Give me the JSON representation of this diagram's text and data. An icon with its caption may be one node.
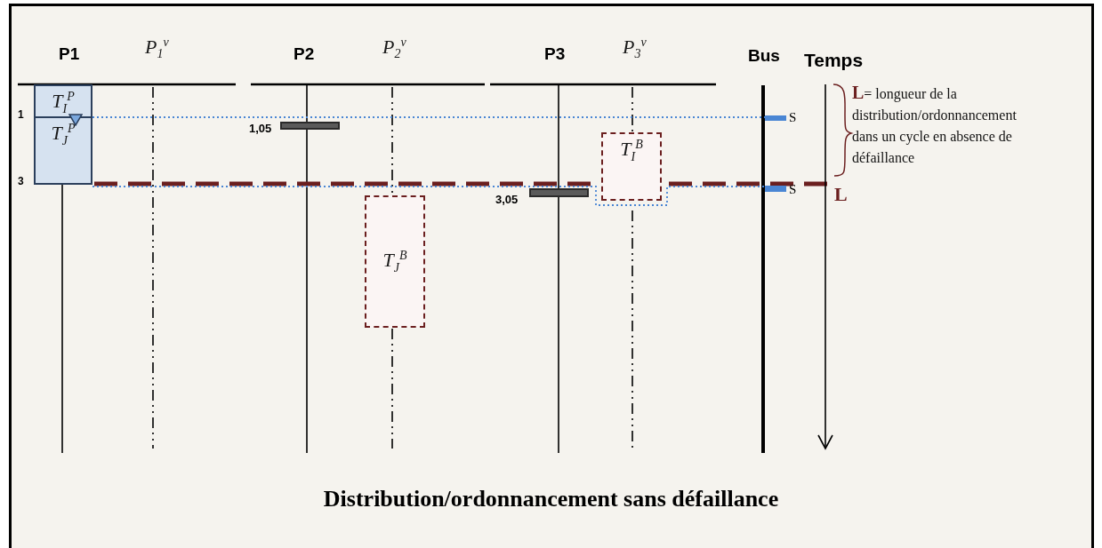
{
  "diagram": {
    "caption": "Distribution/ordonnancement sans défaillance",
    "nodes": [
      {
        "text": [
          "T$_{I}$$^{P}$"
        ]
      },
      {
        "text": [
          "T$_{J}$$^{P}$"
        ]
      },
      {
        "text": [],
        "shape": "bar",
        "beside": [
          "1,05"
        ]
      },
      {
        "text": [
          "T$_{J}$$^{B}$"
        ]
      },
      {
        "text": [],
        "shape": "bar",
        "beside": [
          "3,05"
        ]
      },
      {
        "text": [
          "T$_{I}$$^{B}$"
        ]
      },
      {
        "text": [],
        "shape": "bar",
        "beside": [
          "S"
        ]
      },
      {
        "text": [],
        "shape": "bar",
        "beside": [
          "S"
        ]
      }
    ],
    "edges": [
      {
        "from": 0,
        "to": 6,
        "arrow": "none",
        "style": "dashed",
        "color": "#4a86d4"
      },
      {
        "from": 1,
        "to": 7,
        "arrow": "none",
        "style": "dashed",
        "color": "#4a86d4"
      }
    ],
    "labels": [
      "P1",
      "P$_{1}$$^{v}$",
      "P2",
      "P$_{2}$$^{v}$",
      "P3",
      "P$_{3}$$^{v}$",
      "Bus",
      "Temps",
      "1",
      "3",
      "**L**= longueur de la distribution/ordonnancement dans un cycle en absence de défaillance",
      "L"
    ]
  }
}
